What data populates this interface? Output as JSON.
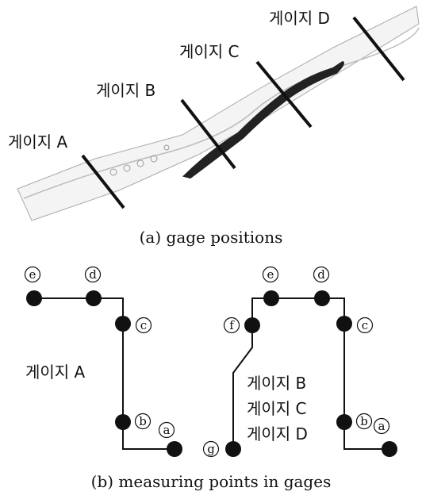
{
  "panel_a": {
    "caption": "(a) gage positions",
    "gage_labels": [
      "게이지 A",
      "게이지 B",
      "게이지 C",
      "게이지 D"
    ]
  },
  "panel_b": {
    "caption": "(b) measuring points in gages",
    "left_label": "게이지 A",
    "right_labels": [
      "게이지 B",
      "게이지 C",
      "게이지 D"
    ],
    "left_points": [
      "a",
      "b",
      "c",
      "d",
      "e"
    ],
    "right_points": [
      "a",
      "b",
      "c",
      "d",
      "e",
      "f",
      "g"
    ]
  }
}
